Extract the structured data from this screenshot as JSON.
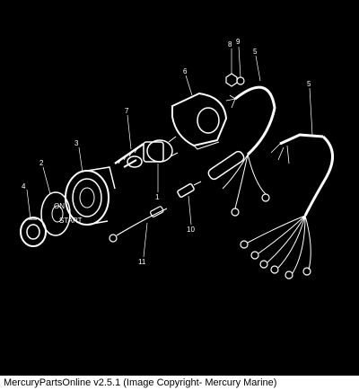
{
  "diagram": {
    "callouts": {
      "c1": "1",
      "c2": "2",
      "c3": "3",
      "c4": "4",
      "c5a": "5",
      "c5b": "5",
      "c6": "6",
      "c7": "7",
      "c8": "8",
      "c9": "9",
      "c10": "10",
      "c11": "11"
    }
  },
  "footer": {
    "caption": "MercuryPartsOnline v2.5.1 (Image Copyright- Mercury Marine)"
  }
}
